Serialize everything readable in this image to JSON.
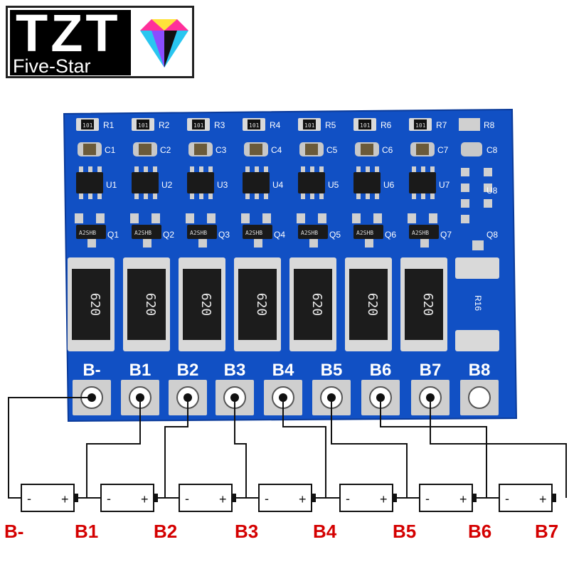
{
  "logo": {
    "brand": "TZT",
    "subtitle": "Five-Star",
    "gem_colors": [
      "#ff2f9a",
      "#ffe23a",
      "#29c6f0",
      "#8b4dff",
      "#111111"
    ]
  },
  "board": {
    "color": "#1150c4",
    "pin_labels": [
      "B-",
      "B1",
      "B2",
      "B3",
      "B4",
      "B5",
      "B6",
      "B7",
      "B8"
    ],
    "resistor_code": "620",
    "resistor_16_label": "R16",
    "chip_marking": "A2SHB",
    "silk_refs": {
      "top_resistors": [
        "R1",
        "R2",
        "R3",
        "R4",
        "R5",
        "R6",
        "R7",
        "R8"
      ],
      "caps": [
        "C1",
        "C2",
        "C3",
        "C4",
        "C5",
        "C6",
        "C7",
        "C8"
      ],
      "ics": [
        "U1",
        "U2",
        "U3",
        "U4",
        "U5",
        "U6",
        "U7",
        "U8"
      ],
      "fets": [
        "Q1",
        "Q2",
        "Q3",
        "Q4",
        "Q5",
        "Q6",
        "Q7",
        "Q8"
      ],
      "top_resistor_marking": "101"
    }
  },
  "cells": {
    "count": 7,
    "minus_sign": "-",
    "plus_sign": "+"
  },
  "bottom_labels": [
    "B-",
    "B1",
    "B2",
    "B3",
    "B4",
    "B5",
    "B6",
    "B7"
  ]
}
